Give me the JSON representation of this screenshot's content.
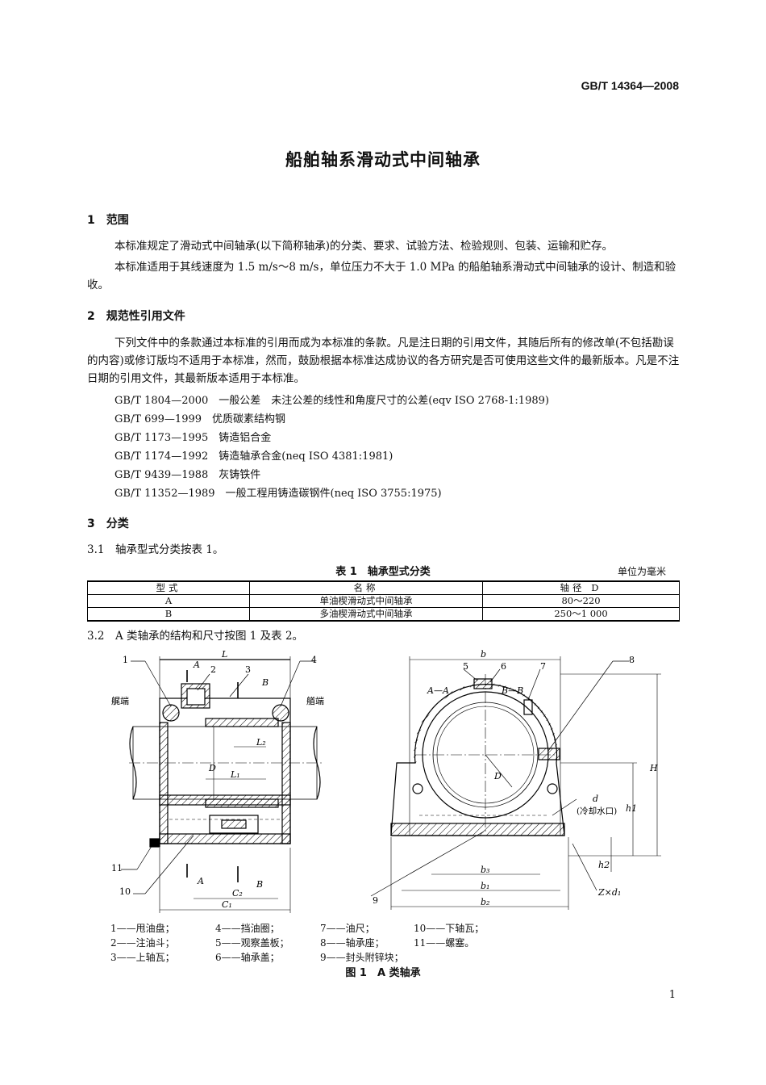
{
  "header": {
    "standard_no": "GB/T 14364—2008"
  },
  "title": "船舶轴系滑动式中间轴承",
  "s1": {
    "heading": "1　范围",
    "p1": "本标准规定了滑动式中间轴承(以下简称轴承)的分类、要求、试验方法、检验规则、包装、运输和贮存。",
    "p2": "本标准适用于其线速度为 1.5 m/s～8 m/s，单位压力不大于 1.0 MPa 的船舶轴系滑动式中间轴承的设计、制造和验收。"
  },
  "s2": {
    "heading": "2　规范性引用文件",
    "p1": "下列文件中的条款通过本标准的引用而成为本标准的条款。凡是注日期的引用文件，其随后所有的修改单(不包括勘误的内容)或修订版均不适用于本标准，然而，鼓励根据本标准达成协议的各方研究是否可使用这些文件的最新版本。凡是不注日期的引用文件，其最新版本适用于本标准。",
    "refs": [
      "GB/T 1804—2000　一般公差　未注公差的线性和角度尺寸的公差(eqv ISO 2768-1:1989)",
      "GB/T 699—1999　优质碳素结构钢",
      "GB/T 1173—1995　铸造铝合金",
      "GB/T 1174—1992　铸造轴承合金(neq ISO 4381:1981)",
      "GB/T 9439—1988　灰铸铁件",
      "GB/T 11352—1989　一般工程用铸造碳钢件(neq ISO 3755:1975)"
    ]
  },
  "s3": {
    "heading": "3　分类",
    "s31": "3.1　轴承型式分类按表 1。",
    "s32": "3.2　A 类轴承的结构和尺寸按图 1 及表 2。"
  },
  "table1": {
    "caption": "表 1　轴承型式分类",
    "unit": "单位为毫米",
    "headers": [
      "型式",
      "名称",
      "轴径 D"
    ],
    "rows": [
      [
        "A",
        "单油楔滑动式中间轴承",
        "80～220"
      ],
      [
        "B",
        "多油楔滑动式中间轴承",
        "250～1 000"
      ]
    ]
  },
  "figure": {
    "caption": "图 1　A 类轴承",
    "left_labels": {
      "stern": "艉端",
      "bow": "艏端",
      "A_top": "A",
      "B_top": "B",
      "A_bot": "A",
      "B_bot": "B",
      "L": "L",
      "L1": "L₁",
      "L2": "L₂",
      "D": "D",
      "C1": "C₁",
      "C2": "C₂"
    },
    "right_labels": {
      "AA": "A—A",
      "BB": "B—B",
      "b": "b",
      "b1": "b₁",
      "b2": "b₂",
      "b3": "b₃",
      "H": "H",
      "h1": "h1",
      "h2": "h2",
      "D": "D",
      "d": "d",
      "cooling": "(冷却水口)",
      "zd1": "Z×d₁"
    },
    "callouts": [
      "1",
      "2",
      "3",
      "4",
      "5",
      "6",
      "7",
      "8",
      "9",
      "10",
      "11"
    ],
    "legend": [
      [
        "1——甩油盘；",
        "4——挡油圈；",
        "7——油尺；",
        "10——下轴瓦；"
      ],
      [
        "2——注油斗；",
        "5——观察盖板；",
        "8——轴承座；",
        "11——螺塞。"
      ],
      [
        "3——上轴瓦；",
        "6——轴承盖；",
        "9——封头附锌块；",
        ""
      ]
    ]
  },
  "page_number": "1"
}
